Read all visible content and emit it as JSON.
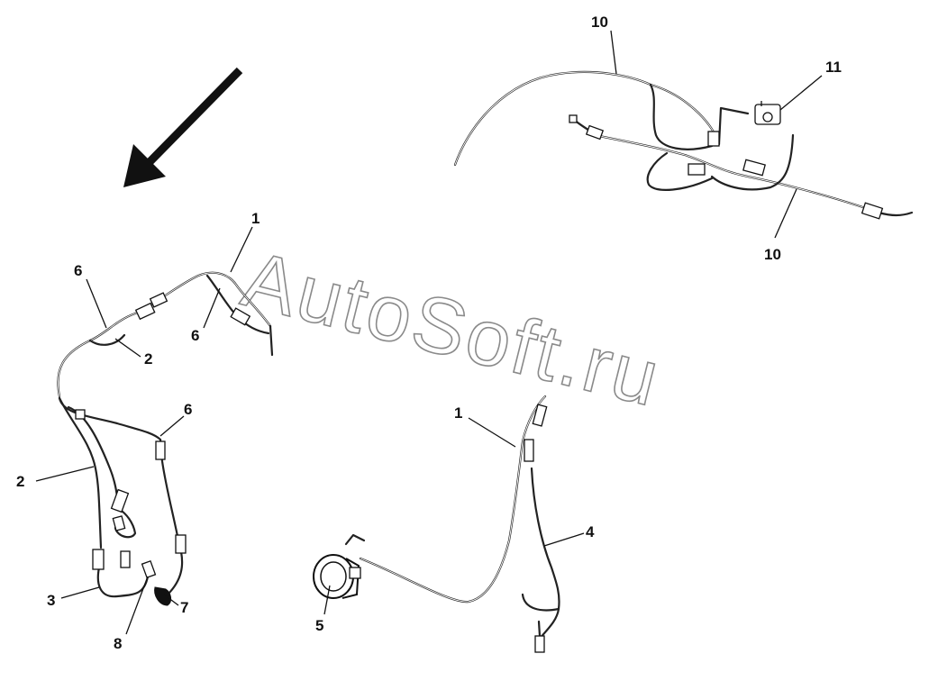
{
  "watermark": "AutoSoft.ru",
  "callouts": {
    "c10a": "10",
    "c11": "11",
    "c10b": "10",
    "c1a": "1",
    "c6a": "6",
    "c6b": "6",
    "c2a": "2",
    "c6c": "6",
    "c2b": "2",
    "c3": "3",
    "c7": "7",
    "c8": "8",
    "c1b": "1",
    "c4": "4",
    "c5": "5"
  },
  "icons": {
    "direction_arrow": "arrow-down-left-icon"
  }
}
